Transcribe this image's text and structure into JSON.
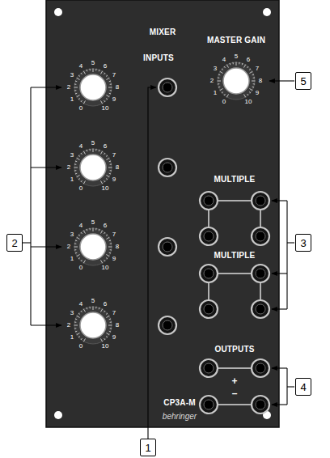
{
  "diagram": {
    "nodes": [
      {
        "text": [
          "5"
        ]
      },
      {
        "text": [
          "2"
        ]
      },
      {
        "text": [
          "3"
        ]
      },
      {
        "text": [
          "4"
        ]
      },
      {
        "text": [
          "1"
        ]
      }
    ],
    "labels": [
      "MIXER",
      "INPUTS",
      "MASTER GAIN",
      "0",
      "1",
      "2",
      "3",
      "4",
      "5",
      "6",
      "7",
      "8",
      "9",
      "10",
      "0",
      "1",
      "2",
      "3",
      "4",
      "5",
      "6",
      "7",
      "8",
      "9",
      "10",
      "0",
      "1",
      "2",
      "3",
      "4",
      "5",
      "6",
      "7",
      "8",
      "9",
      "10",
      "0",
      "1",
      "2",
      "3",
      "4",
      "5",
      "6",
      "7",
      "8",
      "9",
      "10",
      "0",
      "1",
      "2",
      "3",
      "4",
      "5",
      "6",
      "7",
      "8",
      "9",
      "10",
      "MULTIPLE",
      "MULTIPLE",
      "OUTPUTS",
      "+",
      "–",
      "CP3A-M",
      "behringer"
    ]
  }
}
